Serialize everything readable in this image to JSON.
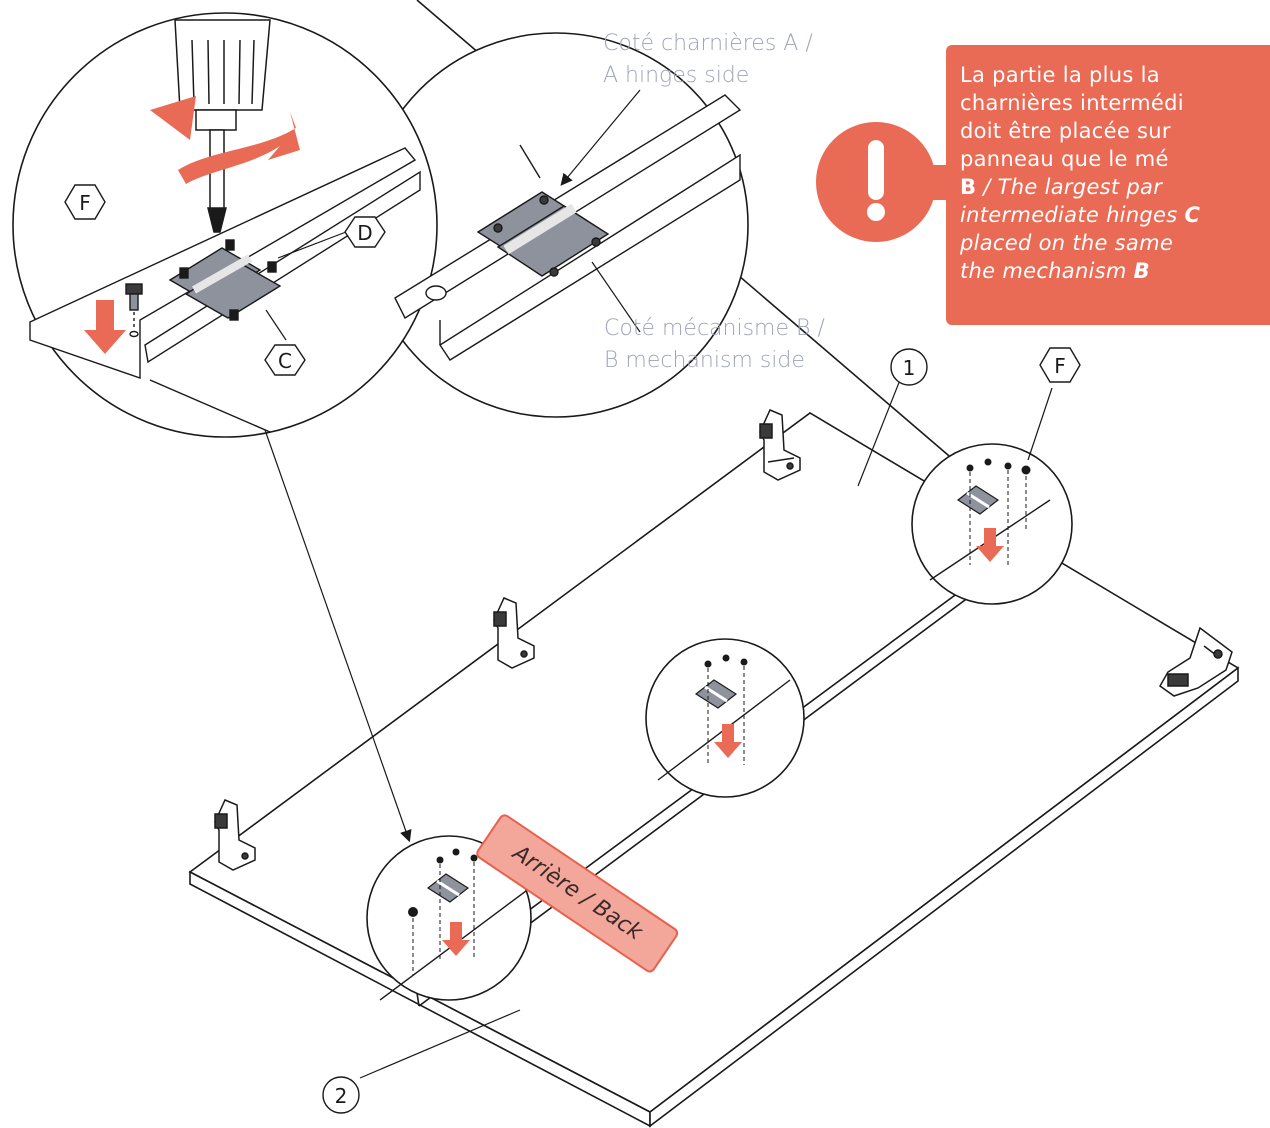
{
  "labels": {
    "hinge_a": "Coté charnières A /\nA hinges side",
    "hinge_a_line1": "Coté charnières A /",
    "hinge_a_line2": "A hinges side",
    "mech_b_line1": "Coté mécanisme B /",
    "mech_b_line2": "B mechanism side",
    "part_1": "1",
    "part_2": "2",
    "part_c": "C",
    "part_d": "D",
    "part_f": "F",
    "part_f_right": "F",
    "back_tag": "Arrière / Back"
  },
  "warning": {
    "line1": "La partie la plus la",
    "line2": "charnières intermédi",
    "line3": "doit être placée sur",
    "line4": "panneau que le mé",
    "line5_bold": "B",
    "line5_italic": " / The largest par",
    "line6_italic": "intermediate hinges ",
    "line6_bold": "C",
    "line7": "placed on the same",
    "line8_italic": "the mechanism ",
    "line8_bold": "B"
  },
  "colors": {
    "accent": "#ea6b55",
    "note_text": "#9ea3b8",
    "line": "#1a1a1a",
    "metal": "#8d929c"
  },
  "icons": [
    "exclamation-icon",
    "screwdriver-icon",
    "rotate-arrow-icon",
    "down-arrow-icon",
    "hinge-icon",
    "screw-icon",
    "lift-mechanism-icon"
  ]
}
